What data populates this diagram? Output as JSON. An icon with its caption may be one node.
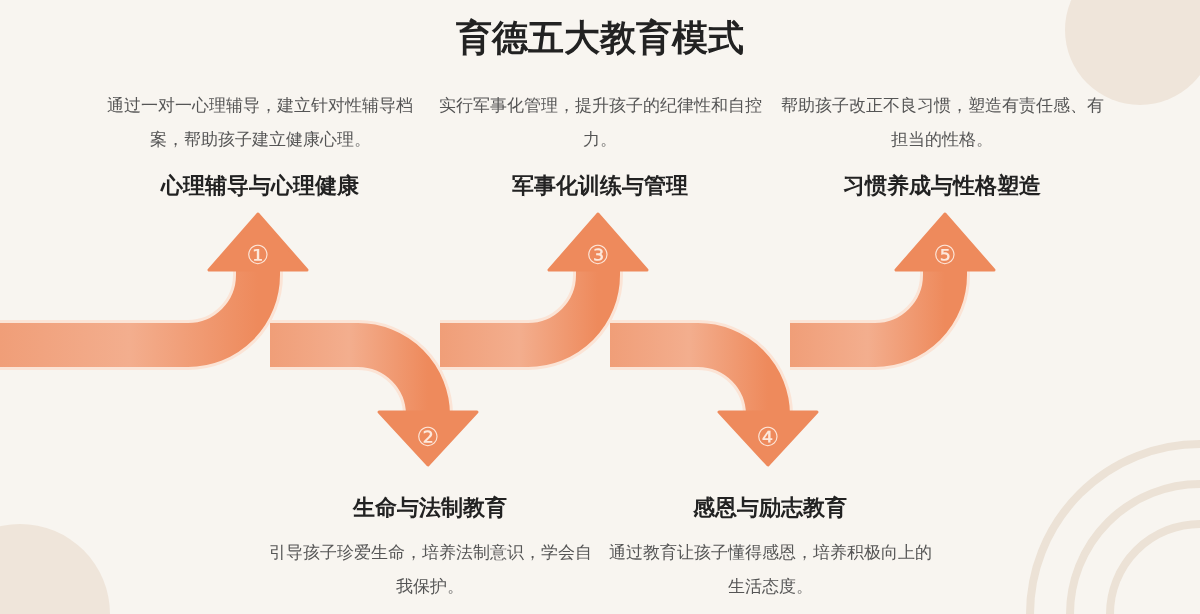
{
  "diagram": {
    "title": "育德五大教育模式",
    "nodes": [
      {
        "text": [
          "①"
        ],
        "beside": [
          "心理辅导与心理健康",
          "通过一对一心理辅导，建立针对性辅导档案，帮助孩子建立健康心理。"
        ]
      },
      {
        "text": [
          "②"
        ],
        "beside": [
          "生命与法制教育",
          "引导孩子珍爱生命，培养法制意识，学会自我保护。"
        ]
      },
      {
        "text": [
          "③"
        ],
        "beside": [
          "军事化训练与管理",
          "实行军事化管理，提升孩子的纪律性和自控力。"
        ]
      },
      {
        "text": [
          "④"
        ],
        "beside": [
          "感恩与励志教育",
          "通过教育让孩子懂得感恩，培养积极向上的生活态度。"
        ]
      },
      {
        "text": [
          "⑤"
        ],
        "beside": [
          "习惯养成与性格塑造",
          "帮助孩子改正不良习惯，塑造有责任感、有担当的性格。"
        ]
      }
    ]
  }
}
